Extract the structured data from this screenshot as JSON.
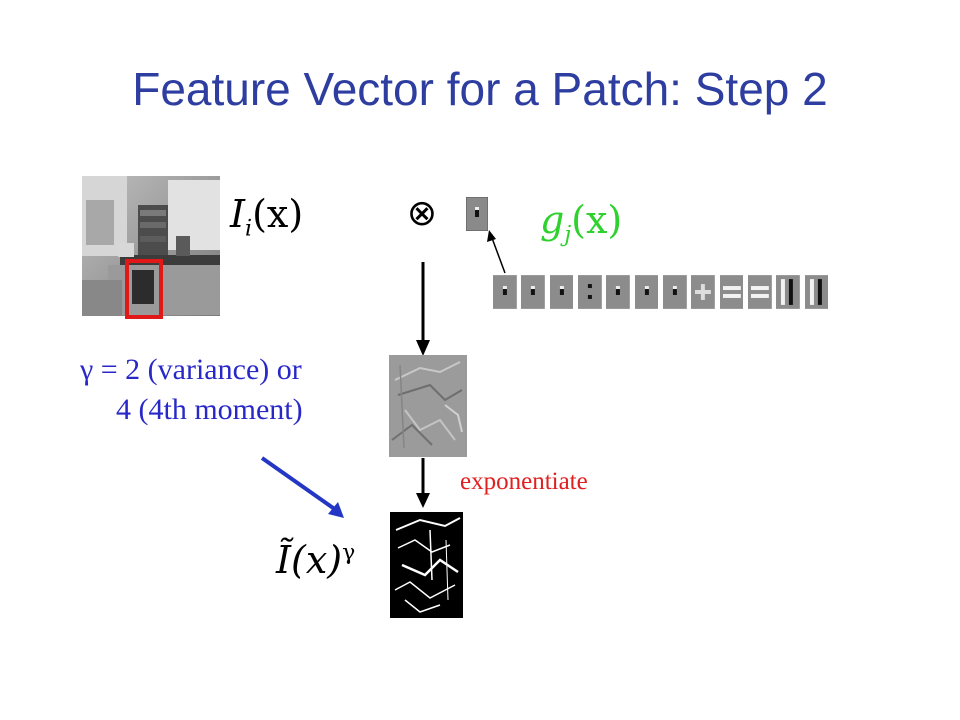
{
  "slide": {
    "title": "Feature Vector for a Patch: Step 2"
  },
  "math": {
    "input_image_label_italic": "I",
    "input_image_label_sub": "i",
    "input_image_label_arg": "(x)",
    "filter_label_italic": "g",
    "filter_label_sub": "j",
    "filter_label_arg": "(x)",
    "convolve_symbol": "⊗",
    "output_label_base": "Ĩ(x)",
    "output_label_exp": "γ"
  },
  "gamma_note": {
    "line1": "γ = 2 (variance) or",
    "line2": "4 (4th moment)"
  },
  "exponentiate_label": "exponentiate",
  "colors": {
    "title": "#2e3ea0",
    "filter_label": "#2fd12f",
    "exponentiate": "#e02020",
    "gamma_note": "#2828c8",
    "patch_box": "#e01818",
    "blue_arrow": "#2436c4"
  },
  "filter_bank": {
    "count": 12,
    "kinds": [
      "dot",
      "dot",
      "dot",
      "vdot",
      "dot",
      "dot",
      "dot",
      "plus",
      "eq",
      "eq",
      "bar",
      "bar"
    ]
  },
  "images": {
    "office_photo": "grayscale-office-scene",
    "filtered_response": "gray-edge-response",
    "exponentiated_response": "black-white-energy-map"
  }
}
